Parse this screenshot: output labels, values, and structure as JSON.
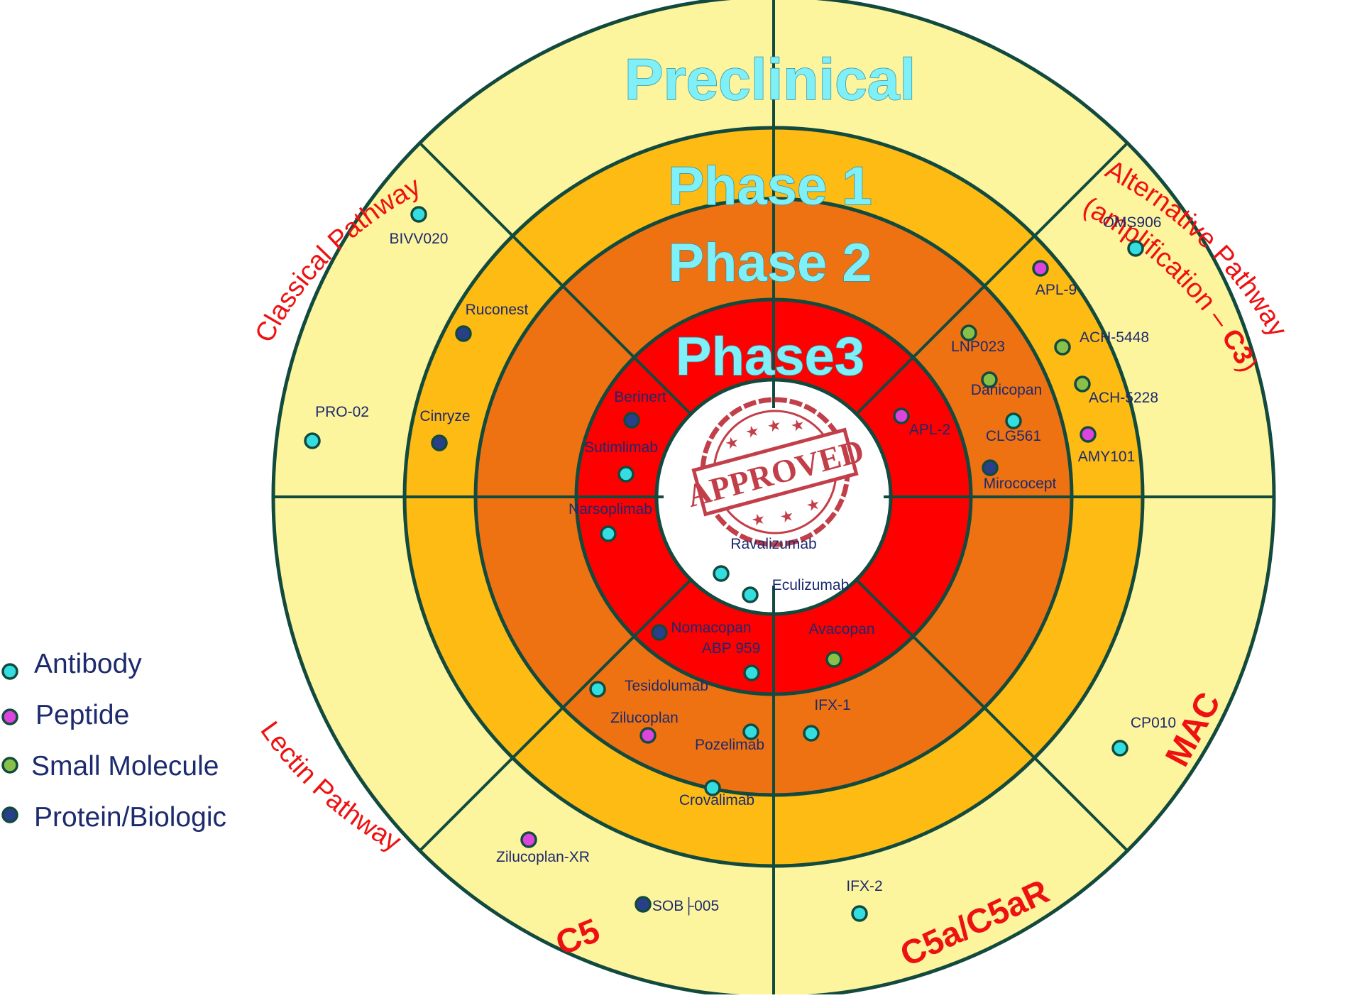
{
  "colors": {
    "antibody": "#33dde0",
    "peptide": "#dd44dd",
    "small_molecule": "#88c04a",
    "protein_biologic": "#2a3f8a",
    "preclinical_ring": "#fdf59e",
    "phase1_ring": "#fdbb14",
    "phase2_ring": "#ef7212",
    "phase3_ring": "#fe0000",
    "center": "#ffffff",
    "lines": "#124a3e",
    "pathway_text": "#ee1111",
    "stamp": "#b81e2a"
  },
  "rings": {
    "preclinical": "Preclinical",
    "phase1": "Phase 1",
    "phase2": "Phase 2",
    "phase3": "Phase3"
  },
  "stamp": {
    "text": "APPROVED"
  },
  "pathways": {
    "classical": "Classical Pathway",
    "alternative_line1": "Alternative Pathway",
    "alternative_line2_a": "(amplification – ",
    "alternative_line2_b": "C3",
    "alternative_line2_c": ")",
    "lectin": "Lectin Pathway",
    "mac": "MAC",
    "c5": "C5",
    "c5a": "C5a/C5aR"
  },
  "legend": [
    {
      "label": "Antibody",
      "type": "antibody"
    },
    {
      "label": "Peptide",
      "type": "peptide"
    },
    {
      "label": "Small Molecule",
      "type": "small_molecule"
    },
    {
      "label": "Protein/Biologic",
      "type": "protein_biologic"
    }
  ],
  "drugs": [
    {
      "name": "BIVV020",
      "type": "antibody"
    },
    {
      "name": "Ruconest",
      "type": "protein_biologic"
    },
    {
      "name": "PRO-02",
      "type": "antibody"
    },
    {
      "name": "Cinryze",
      "type": "protein_biologic"
    },
    {
      "name": "Berinert",
      "type": "protein_biologic"
    },
    {
      "name": "Sutimlimab",
      "type": "antibody"
    },
    {
      "name": "Narsoplimab",
      "type": "antibody"
    },
    {
      "name": "OMS906",
      "type": "antibody"
    },
    {
      "name": "APL-9",
      "type": "peptide"
    },
    {
      "name": "LNP023",
      "type": "small_molecule"
    },
    {
      "name": "ACH-5448",
      "type": "small_molecule"
    },
    {
      "name": "Danicopan",
      "type": "small_molecule"
    },
    {
      "name": "ACH-5228",
      "type": "small_molecule"
    },
    {
      "name": "APL-2",
      "type": "peptide"
    },
    {
      "name": "CLG561",
      "type": "antibody"
    },
    {
      "name": "AMY101",
      "type": "peptide"
    },
    {
      "name": "Mirococept",
      "type": "protein_biologic"
    },
    {
      "name": "Ravalizumab",
      "type": "antibody"
    },
    {
      "name": "Eculizumab",
      "type": "antibody"
    },
    {
      "name": "Nomacopan",
      "type": "protein_biologic"
    },
    {
      "name": "ABP 959",
      "type": "antibody"
    },
    {
      "name": "Avacopan",
      "type": "small_molecule"
    },
    {
      "name": "Tesidolumab",
      "type": "antibody"
    },
    {
      "name": "IFX-1",
      "type": "antibody"
    },
    {
      "name": "Zilucoplan",
      "type": "peptide"
    },
    {
      "name": "Pozelimab",
      "type": "antibody"
    },
    {
      "name": "Crovalimab",
      "type": "antibody"
    },
    {
      "name": "CP010",
      "type": "antibody"
    },
    {
      "name": "Zilucoplan-XR",
      "type": "peptide"
    },
    {
      "name": "SOB├005",
      "type": "protein_biologic"
    },
    {
      "name": "IFX-2",
      "type": "antibody"
    }
  ]
}
